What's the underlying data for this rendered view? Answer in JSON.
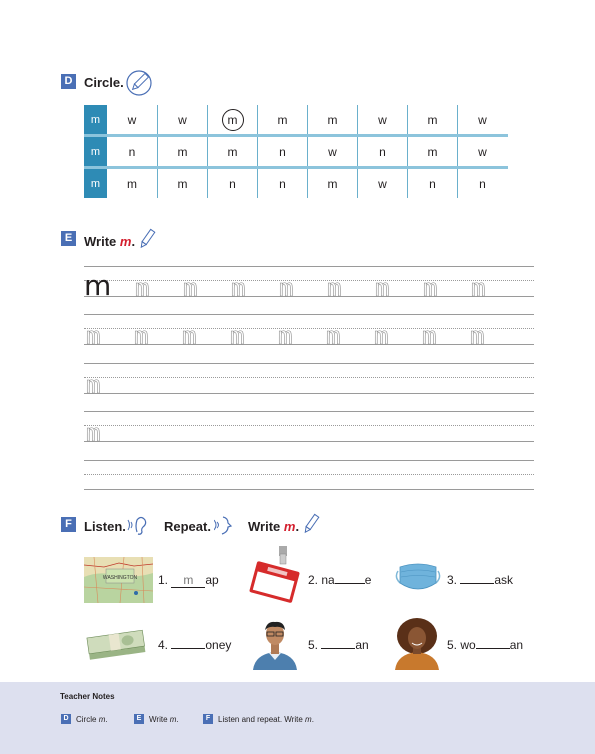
{
  "section_d": {
    "letter": "D",
    "title": "Circle.",
    "rows": [
      {
        "head": "m",
        "cells": [
          "w",
          "w",
          "m",
          "m",
          "m",
          "w",
          "m",
          "w"
        ]
      },
      {
        "head": "m",
        "cells": [
          "n",
          "m",
          "m",
          "n",
          "w",
          "n",
          "m",
          "w"
        ]
      },
      {
        "head": "m",
        "cells": [
          "m",
          "m",
          "n",
          "n",
          "m",
          "w",
          "n",
          "n"
        ]
      }
    ]
  },
  "section_e": {
    "letter": "E",
    "title_prefix": "Write",
    "title_letter": "m",
    "title_suffix": ".",
    "row1": [
      "m",
      "m",
      "m",
      "m",
      "m",
      "m",
      "m",
      "m",
      "m"
    ],
    "row2": [
      "m",
      "m",
      "m",
      "m",
      "m",
      "m",
      "m",
      "m",
      "m"
    ],
    "row3": [
      "m"
    ],
    "row4": [
      "m"
    ]
  },
  "section_f": {
    "letter": "F",
    "listen": "Listen.",
    "repeat": "Repeat.",
    "write_prefix": "Write",
    "write_letter": "m",
    "write_suffix": ".",
    "map_label": "WASHINGTON",
    "items": [
      {
        "num": "1.",
        "before": "",
        "filled": "m",
        "after": "ap"
      },
      {
        "num": "2.",
        "before": "na",
        "after": "e"
      },
      {
        "num": "3.",
        "before": "",
        "after": "ask"
      },
      {
        "num": "4.",
        "before": "",
        "after": "oney"
      },
      {
        "num": "5.",
        "before": "",
        "after": "an"
      },
      {
        "num": "5.",
        "before": "wo",
        "after": "an"
      }
    ]
  },
  "teacher_notes": {
    "title": "Teacher Notes",
    "items": [
      {
        "letter": "D",
        "text": "Circle",
        "em": "m",
        "end": "."
      },
      {
        "letter": "E",
        "text": "Write",
        "em": "m",
        "end": "."
      },
      {
        "letter": "F",
        "text": "Listen and repeat. Write",
        "em": "m",
        "end": "."
      }
    ]
  }
}
